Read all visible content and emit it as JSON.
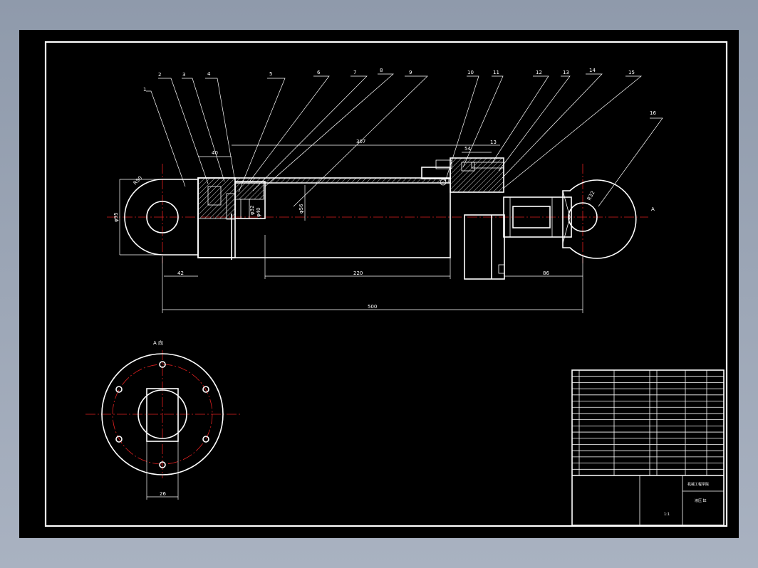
{
  "balloons": [
    "1",
    "2",
    "3",
    "4",
    "5",
    "6",
    "7",
    "8",
    "9",
    "10",
    "11",
    "12",
    "13",
    "14",
    "15",
    "16"
  ],
  "dimensions": {
    "d307": "307",
    "d40": "40",
    "d54": "54",
    "d13": "13",
    "d42": "42",
    "d220": "220",
    "d86": "86",
    "d500": "500",
    "d26": "26",
    "phi95": "φ95",
    "phi56": "φ56",
    "phi32": "φ32",
    "phi40": "φ40",
    "r_left": "R50",
    "r_right": "R32"
  },
  "section_marker": "A",
  "view_label": "A 向",
  "title_block": {
    "drawing_title": "液压 缸",
    "school": "机械工程学院",
    "scale": "1:1"
  },
  "colors": {
    "background": "#000000",
    "lines": "#ffffff",
    "centerlines": "#e02020",
    "frame": "#9aa3b3"
  }
}
